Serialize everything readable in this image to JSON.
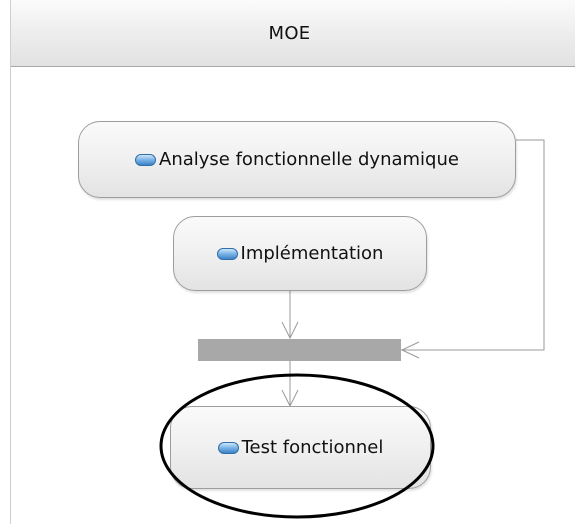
{
  "swimlane": {
    "title": "MOE"
  },
  "activities": [
    {
      "id": "analyse",
      "label": "Analyse fonctionnelle dynamique"
    },
    {
      "id": "implementation",
      "label": "Implémentation"
    },
    {
      "id": "test",
      "label": "Test fonctionnel"
    }
  ],
  "icons": {
    "activity": "activity-capsule-icon"
  },
  "colors": {
    "fork_bar": "#a8a8a8",
    "connector": "#9a9a9a",
    "activity_icon": "#3d83c6",
    "highlight_ellipse": "#000000"
  }
}
